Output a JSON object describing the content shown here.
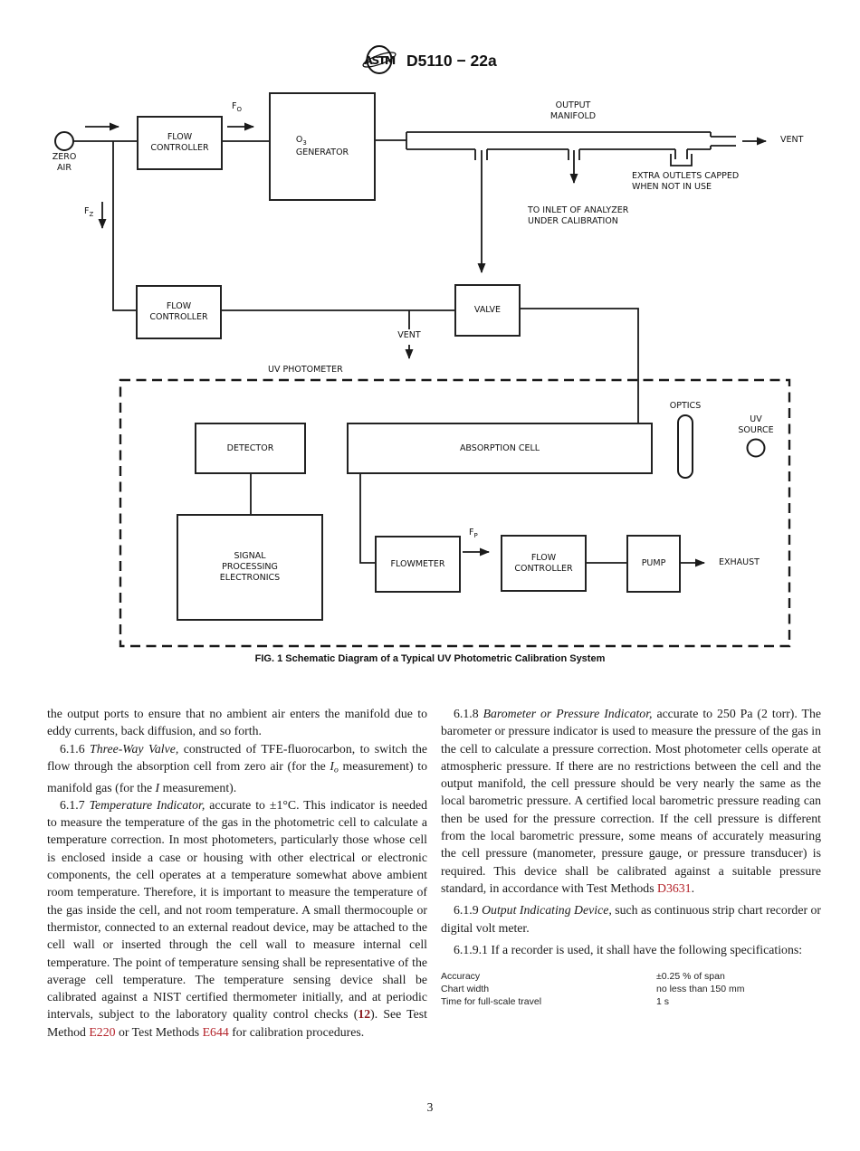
{
  "header": {
    "logo_text": "ASTM",
    "doc_number": "D5110 − 22a"
  },
  "diagram": {
    "labels": {
      "zero_air": "ZERO\nAIR",
      "fc1": "FLOW\nCONTROLLER",
      "f_o": {
        "base": "F",
        "sub": "O"
      },
      "f_z": {
        "base": "F",
        "sub": "Z"
      },
      "f_p": {
        "base": "F",
        "sub": "P"
      },
      "o3": {
        "base": "O",
        "sub": "3",
        "line2": "GENERATOR"
      },
      "output_manifold": "OUTPUT\nMANIFOLD",
      "vent_right": "VENT",
      "extra_outlets": "EXTRA OUTLETS CAPPED\nWHEN NOT IN USE",
      "to_inlet": "TO INLET OF ANALYZER\nUNDER CALIBRATION",
      "fc2": "FLOW\nCONTROLLER",
      "valve": "VALVE",
      "vent_mid": "VENT",
      "uv_photometer": "UV PHOTOMETER",
      "detector": "DETECTOR",
      "absorption_cell": "ABSORPTION CELL",
      "spe": "SIGNAL\nPROCESSING\nELECTRONICS",
      "flowmeter": "FLOWMETER",
      "fc3": "FLOW\nCONTROLLER",
      "pump": "PUMP",
      "exhaust": "EXHAUST",
      "optics": "OPTICS",
      "uv_source": "UV\nSOURCE"
    },
    "caption": "FIG. 1 Schematic Diagram of a Typical UV Photometric Calibration System"
  },
  "body": {
    "left": {
      "p0": [
        {
          "t": "the output ports to ensure that no ambient air enters the manifold due to eddy currents, back diffusion, and so forth."
        }
      ],
      "p1": [
        {
          "t": "6.1.6 "
        },
        {
          "t": "Three-Way Valve,",
          "s": "i"
        },
        {
          "t": " constructed of TFE-fluorocarbon, to switch the flow through the absorption cell from zero air (for the "
        },
        {
          "t": "I",
          "s": "i"
        },
        {
          "t": "o",
          "s": "isub"
        },
        {
          "t": " measurement) to manifold gas (for the "
        },
        {
          "t": "I",
          "s": "i"
        },
        {
          "t": " measurement)."
        }
      ],
      "p2": [
        {
          "t": "6.1.7 "
        },
        {
          "t": "Temperature Indicator,",
          "s": "i"
        },
        {
          "t": " accurate to ±1°C. This indicator is needed to measure the temperature of the gas in the photometric cell to calculate a temperature correction. In most photometers, particularly those whose cell is enclosed inside a case or housing with other electrical or electronic components, the cell operates at a temperature somewhat above ambient room temperature. Therefore, it is important to measure the temperature of the gas inside the cell, and not room temperature. A small thermocouple or thermistor, connected to an external readout device, may be attached to the cell wall or inserted through the cell wall to measure internal cell temperature. The point of temperature sensing shall be representative of the average cell temperature. The temperature sensing device shall be calibrated against a NIST certified thermometer initially, and at periodic intervals, subject to the laboratory quality control checks ("
        },
        {
          "t": "12",
          "s": "rb"
        },
        {
          "t": "). See Test Method "
        },
        {
          "t": "E220",
          "s": "r"
        },
        {
          "t": " or Test Methods "
        },
        {
          "t": "E644",
          "s": "r"
        },
        {
          "t": " for calibration procedures."
        }
      ]
    },
    "right": {
      "p1": [
        {
          "t": "6.1.8 "
        },
        {
          "t": "Barometer or Pressure Indicator,",
          "s": "i"
        },
        {
          "t": " accurate to 250 Pa (2 torr). The barometer or pressure indicator is used to measure the pressure of the gas in the cell to calculate a pressure correction. Most photometer cells operate at atmospheric pressure. If there are no restrictions between the cell and the output manifold, the cell pressure should be very nearly the same as the local barometric pressure. A certified local barometric pressure reading can then be used for the pressure correction. If the cell pressure is different from the local barometric pressure, some means of accurately measuring the cell pressure (manometer, pressure gauge, or pressure transducer) is required. This device shall be calibrated against a suitable pressure standard, in accordance with Test Methods "
        },
        {
          "t": "D3631",
          "s": "r"
        },
        {
          "t": "."
        }
      ],
      "p2": [
        {
          "t": "6.1.9 "
        },
        {
          "t": "Output Indicating Device,",
          "s": "i"
        },
        {
          "t": " such as continuous strip chart recorder or digital volt meter."
        }
      ],
      "p3": [
        {
          "t": "6.1.9.1 If a recorder is used, it shall have the following specifications:"
        }
      ],
      "spec_table": {
        "rows": [
          [
            "Accuracy",
            "±0.25 % of span"
          ],
          [
            "Chart width",
            "no less than 150 mm"
          ],
          [
            "Time for full-scale travel",
            "1 s"
          ]
        ]
      }
    }
  },
  "footer": {
    "page_number": "3"
  }
}
